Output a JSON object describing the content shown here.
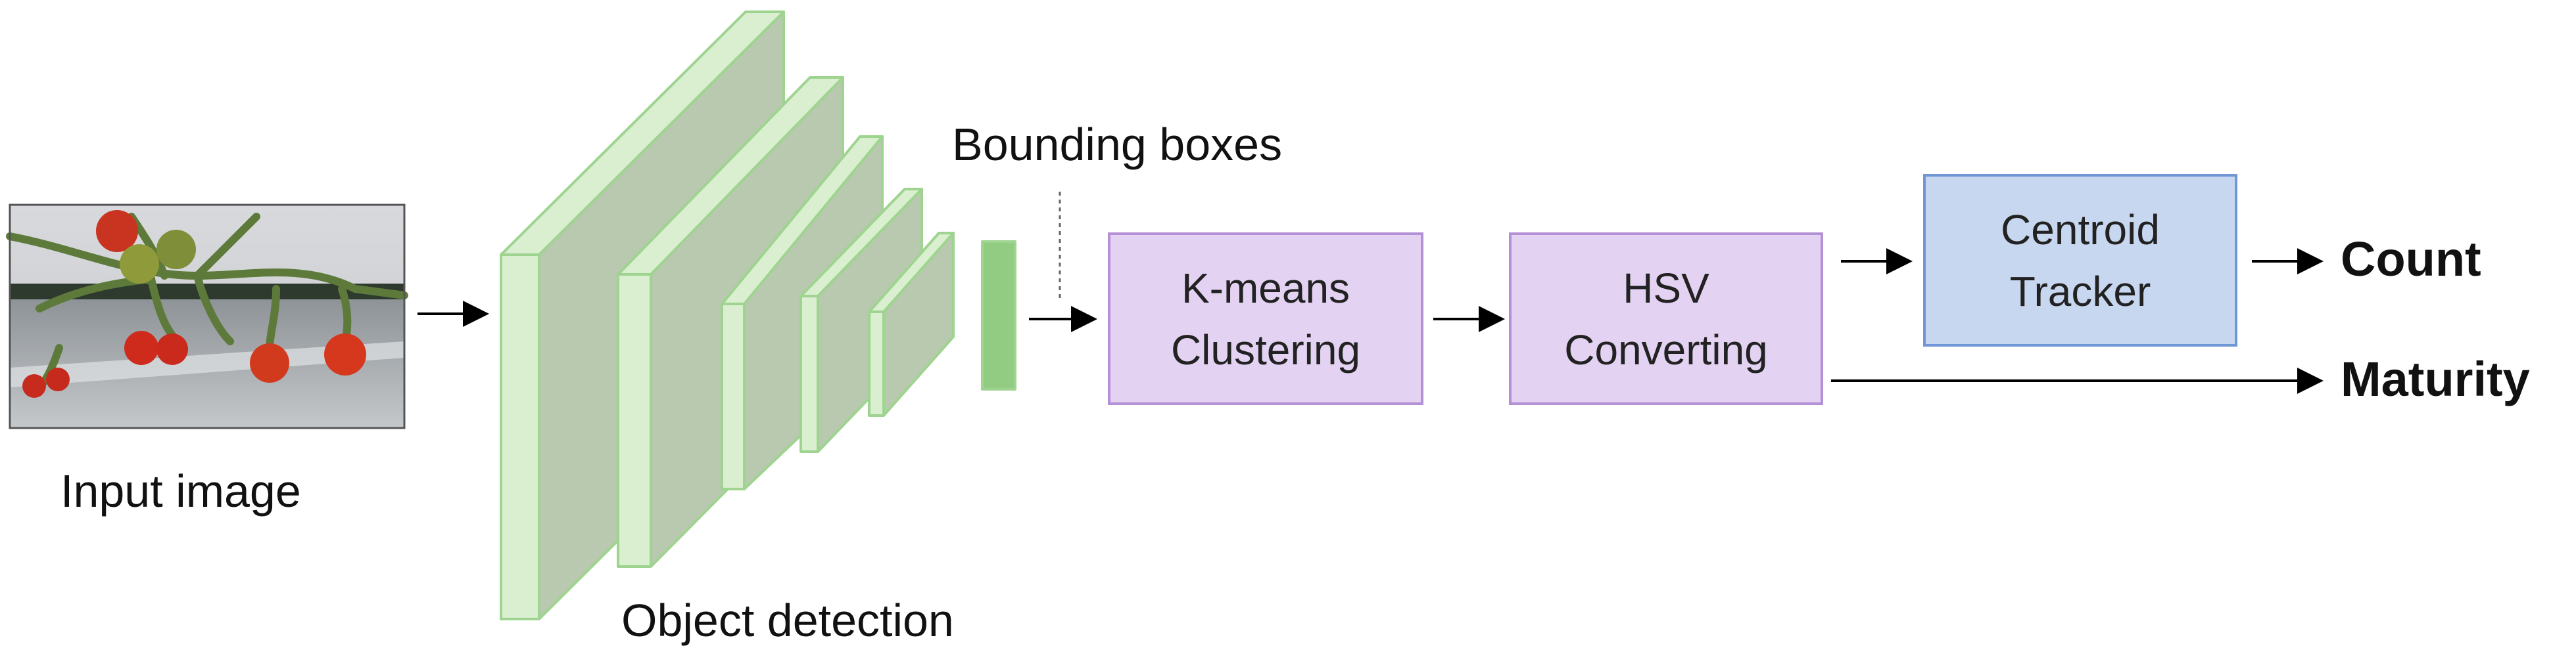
{
  "labels": {
    "input_image": "Input image",
    "object_detection": "Object detection",
    "bounding_boxes": "Bounding boxes"
  },
  "boxes": {
    "kmeans": {
      "line1": "K-means",
      "line2": "Clustering"
    },
    "hsv": {
      "line1": "HSV",
      "line2": "Converting"
    },
    "tracker": {
      "line1": "Centroid",
      "line2": "Tracker"
    }
  },
  "outputs": {
    "count": "Count",
    "maturity": "Maturity"
  },
  "colors": {
    "layer_face": "#b9c9b0",
    "layer_side": "#d9efcf",
    "layer_edge": "#9fd490",
    "output_bar": "#92cc82",
    "process_box": "#e3d2f2",
    "process_border": "#b490d6",
    "tracker_box": "#c8d7f0",
    "tracker_border": "#6f97d6"
  },
  "icons": {
    "input_photo": "tomato-plant-photo"
  }
}
